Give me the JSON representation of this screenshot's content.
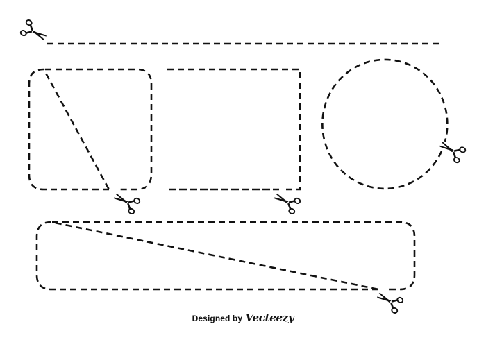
{
  "colors": {
    "background": "#ffffff",
    "line": "#111111"
  },
  "shapes": [
    {
      "name": "cut-line",
      "kind": "dashed-line"
    },
    {
      "name": "rounded-square-coupon",
      "kind": "dashed-rounded-rectangle"
    },
    {
      "name": "notched-square-coupon",
      "kind": "dashed-rectangle-with-notch"
    },
    {
      "name": "circle-coupon",
      "kind": "dashed-circle"
    },
    {
      "name": "wide-rounded-coupon",
      "kind": "dashed-rounded-rectangle"
    }
  ],
  "scissors_icons": [
    "scissors-icon",
    "scissors-icon",
    "scissors-icon",
    "scissors-icon",
    "scissors-icon"
  ],
  "credit": {
    "prefix": "Designed by",
    "brand": "Vecteezy"
  }
}
